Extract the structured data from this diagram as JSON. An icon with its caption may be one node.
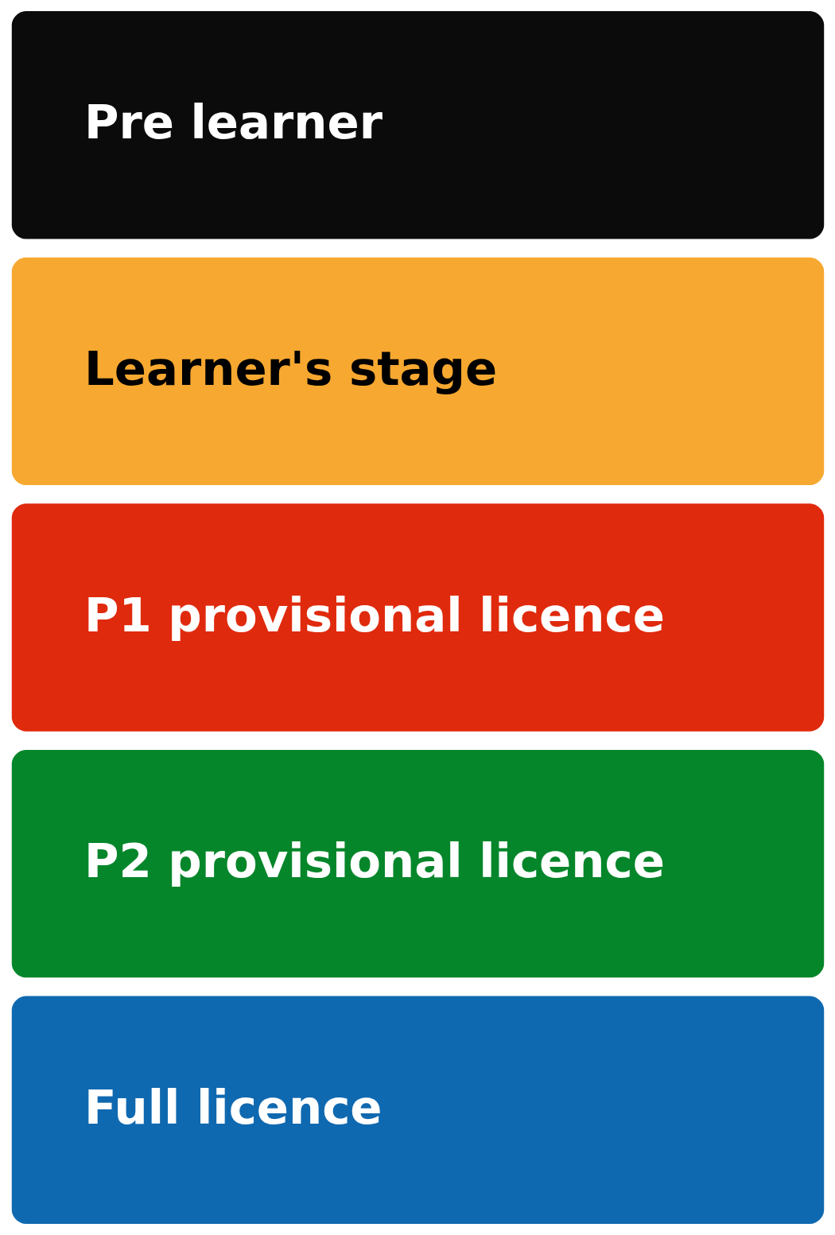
{
  "diagram": {
    "nodes": [
      {
        "text": [
          "Pre learner"
        ]
      },
      {
        "text": [
          "Learner's stage"
        ]
      },
      {
        "text": [
          "P1 provisional licence"
        ]
      },
      {
        "text": [
          "P2 provisional licence"
        ]
      },
      {
        "text": [
          "Full licence"
        ]
      }
    ]
  }
}
